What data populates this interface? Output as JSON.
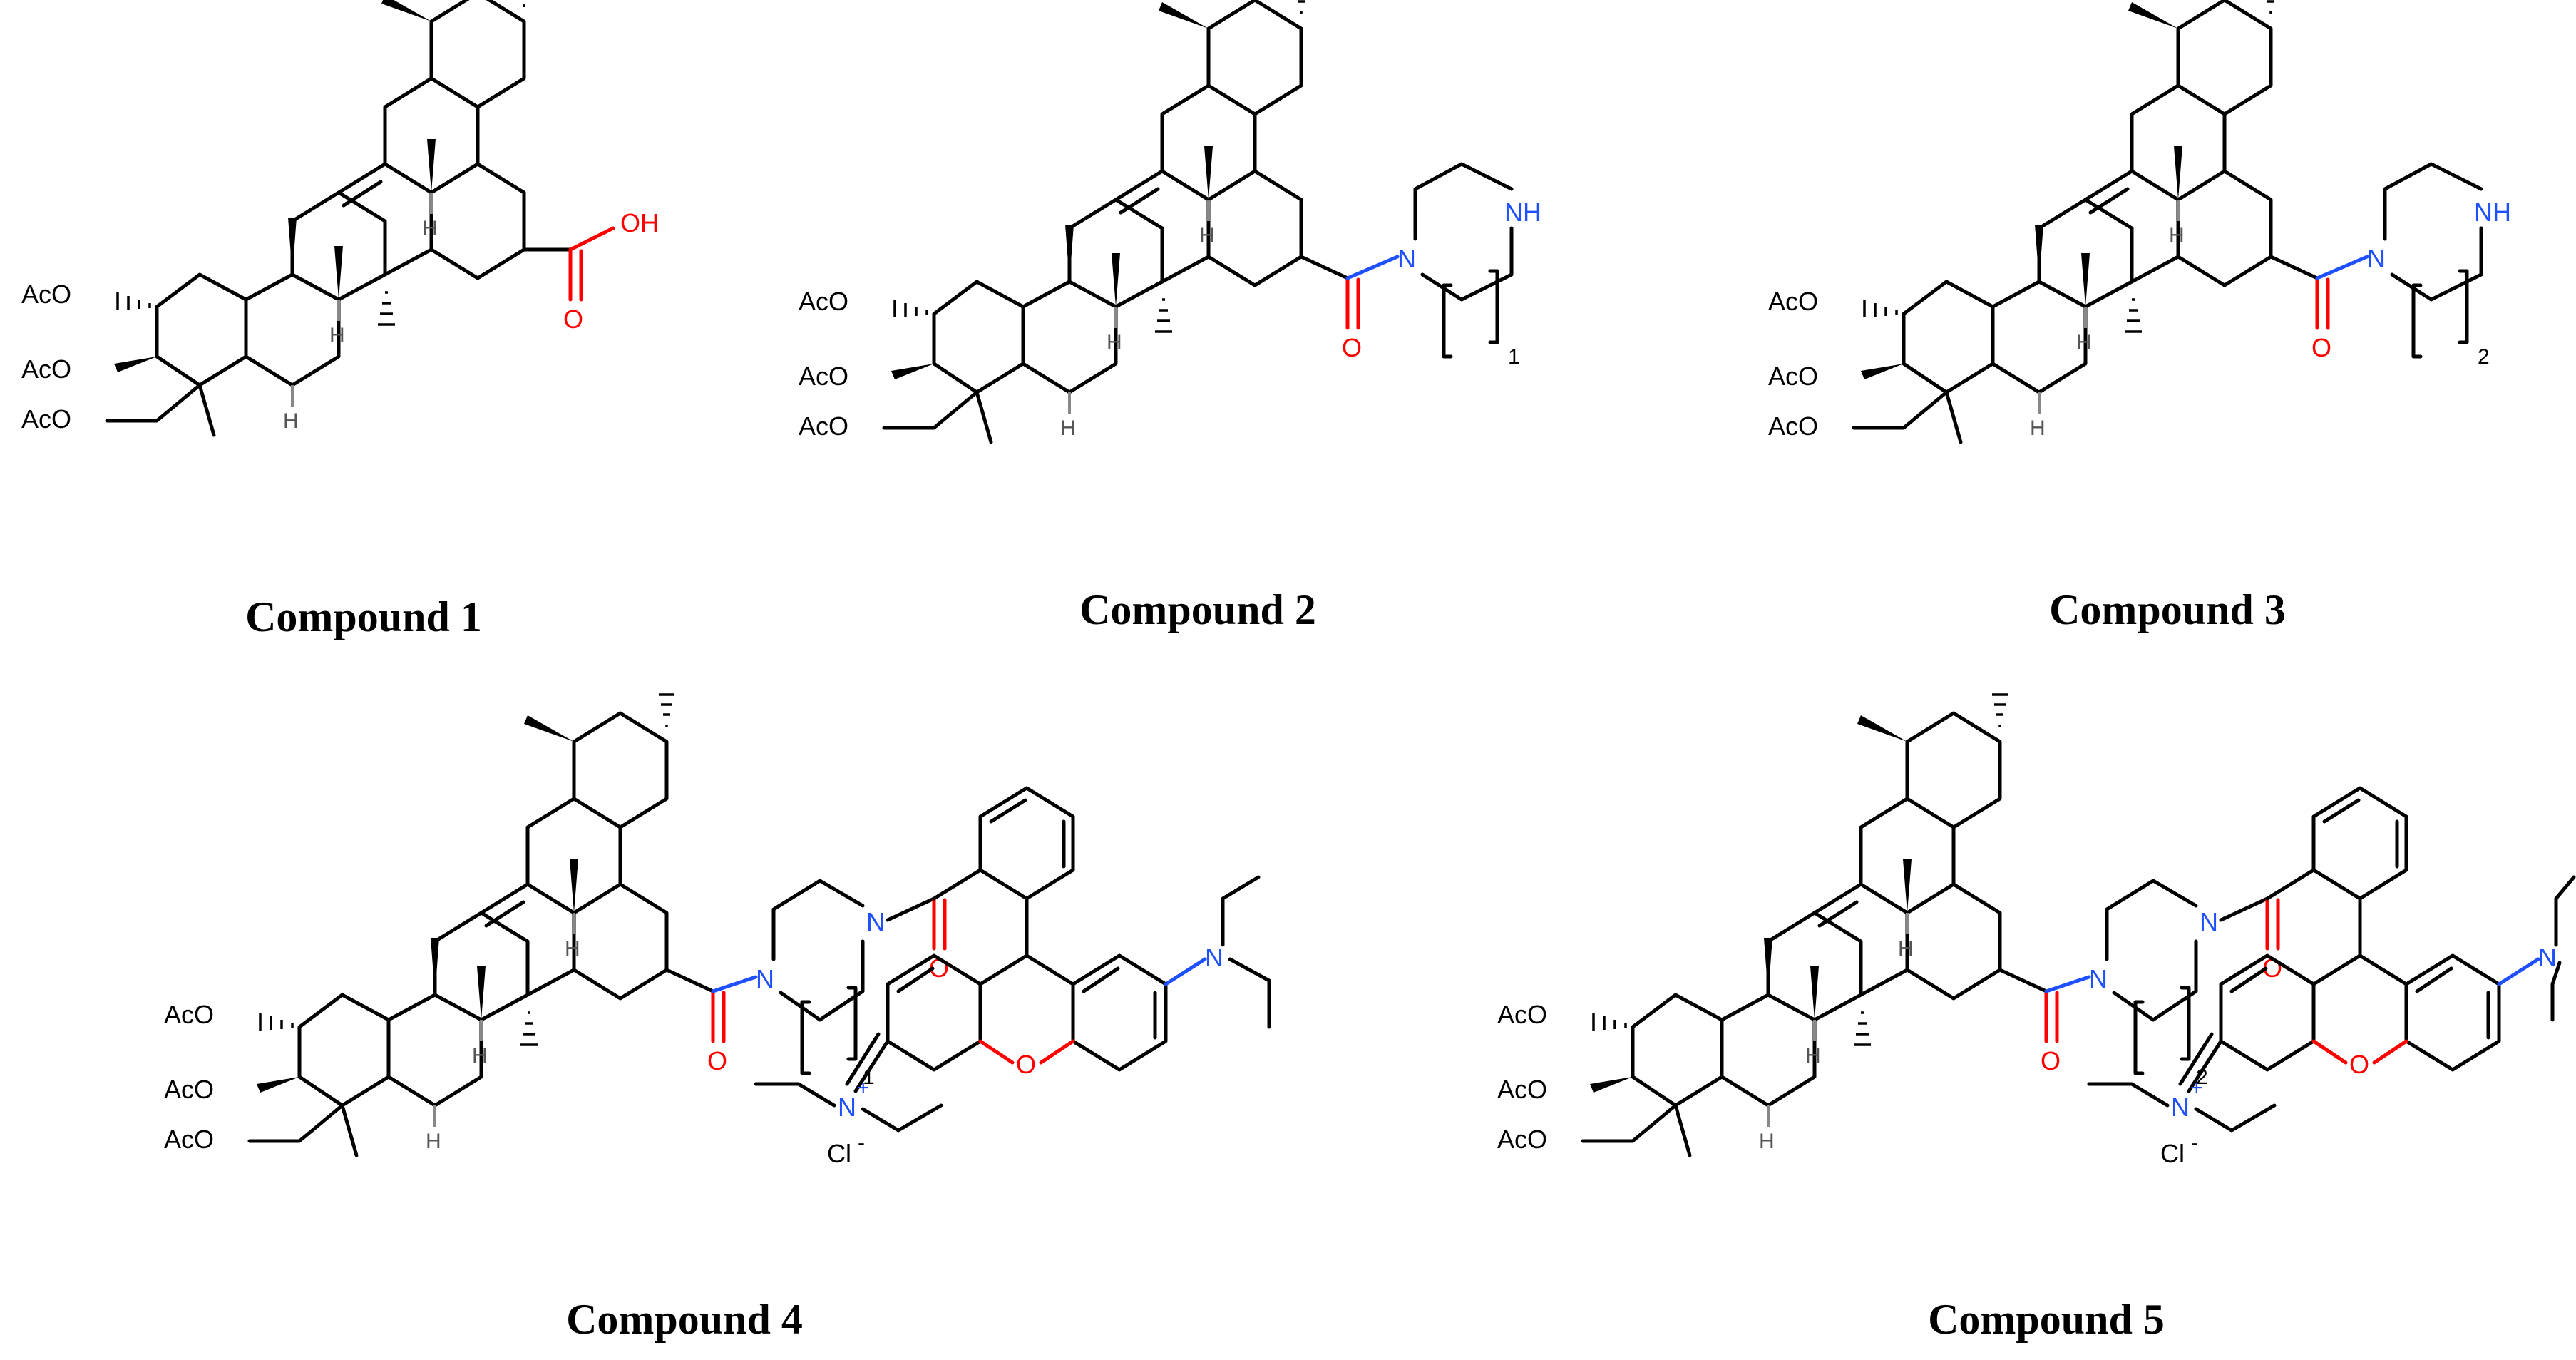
{
  "compounds": [
    {
      "caption": "Compound 1",
      "labels": {
        "acetoxy_c2": "AcO",
        "acetoxy_c3": "AcO",
        "acetoxy_c23": "AcO",
        "acid_oh": "OH",
        "carbonyl_o": "O",
        "h9": "H",
        "h5": "H",
        "h18": "H"
      }
    },
    {
      "caption": "Compound 2",
      "labels": {
        "acetoxy_c2": "AcO",
        "acetoxy_c3": "AcO",
        "acetoxy_c23": "AcO",
        "carbonyl_o": "O",
        "amide_n": "N",
        "piperazine_nh": "NH",
        "repeat_count": "1",
        "h9": "H",
        "h5": "H",
        "h18": "H"
      }
    },
    {
      "caption": "Compound 3",
      "labels": {
        "acetoxy_c2": "AcO",
        "acetoxy_c3": "AcO",
        "acetoxy_c23": "AcO",
        "carbonyl_o": "O",
        "amide_n": "N",
        "piperazine_nh": "NH",
        "repeat_count": "2",
        "h9": "H",
        "h5": "H",
        "h18": "H"
      }
    },
    {
      "caption": "Compound 4",
      "labels": {
        "acetoxy_c2": "AcO",
        "acetoxy_c3": "AcO",
        "acetoxy_c23": "AcO",
        "carbonyl_o": "O",
        "amide_n": "N",
        "piperazine_n": "N",
        "repeat_count": "1",
        "linker_carbonyl_o": "O",
        "xanthene_o": "O",
        "diethylamino_n": "N",
        "iminium_n": "N",
        "iminium_charge": "+",
        "counterion": "Cl",
        "counterion_charge": "-",
        "h9": "H",
        "h5": "H",
        "h18": "H"
      }
    },
    {
      "caption": "Compound 5",
      "labels": {
        "acetoxy_c2": "AcO",
        "acetoxy_c3": "AcO",
        "acetoxy_c23": "AcO",
        "carbonyl_o": "O",
        "amide_n": "N",
        "piperazine_n": "N",
        "repeat_count": "2",
        "linker_carbonyl_o": "O",
        "xanthene_o": "O",
        "diethylamino_n": "N",
        "iminium_n": "N",
        "iminium_charge": "+",
        "counterion": "Cl",
        "counterion_charge": "-",
        "h9": "H",
        "h5": "H",
        "h18": "H"
      }
    }
  ],
  "colors": {
    "oxygen": "#ff0000",
    "nitrogen": "#1e50ff",
    "carbon": "#000000",
    "hydrogen_stereo": "#555555"
  }
}
